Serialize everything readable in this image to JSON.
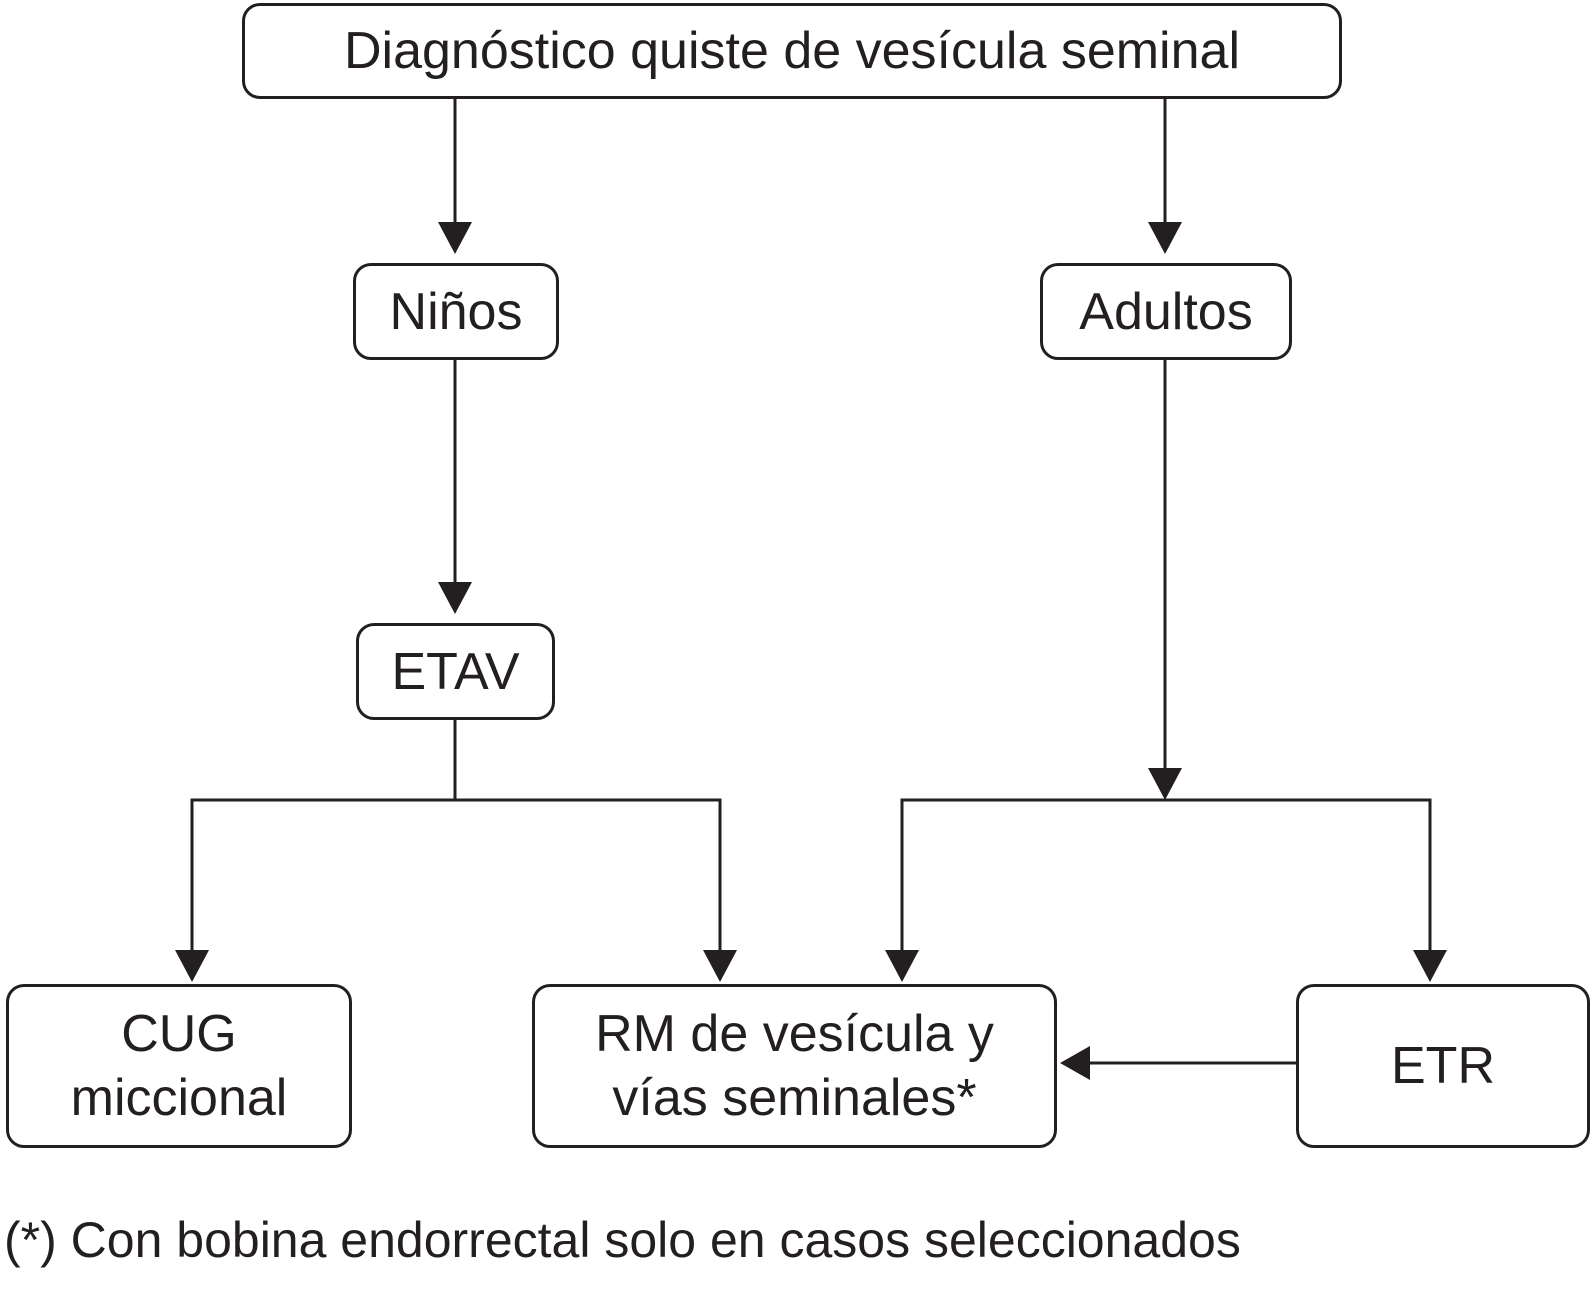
{
  "nodes": {
    "root": {
      "label": "Diagnóstico quiste de vesícula seminal"
    },
    "ninos": {
      "label": "Niños"
    },
    "adultos": {
      "label": "Adultos"
    },
    "etav": {
      "label": "ETAV"
    },
    "cug": {
      "line1": "CUG",
      "line2": "miccional"
    },
    "rm": {
      "line1": "RM de vesícula y",
      "line2": "vías seminales*"
    },
    "etr": {
      "label": "ETR"
    }
  },
  "footnote": "(*) Con bobina endorrectal solo en casos seleccionados",
  "colors": {
    "stroke": "#231f20",
    "background": "#ffffff"
  }
}
